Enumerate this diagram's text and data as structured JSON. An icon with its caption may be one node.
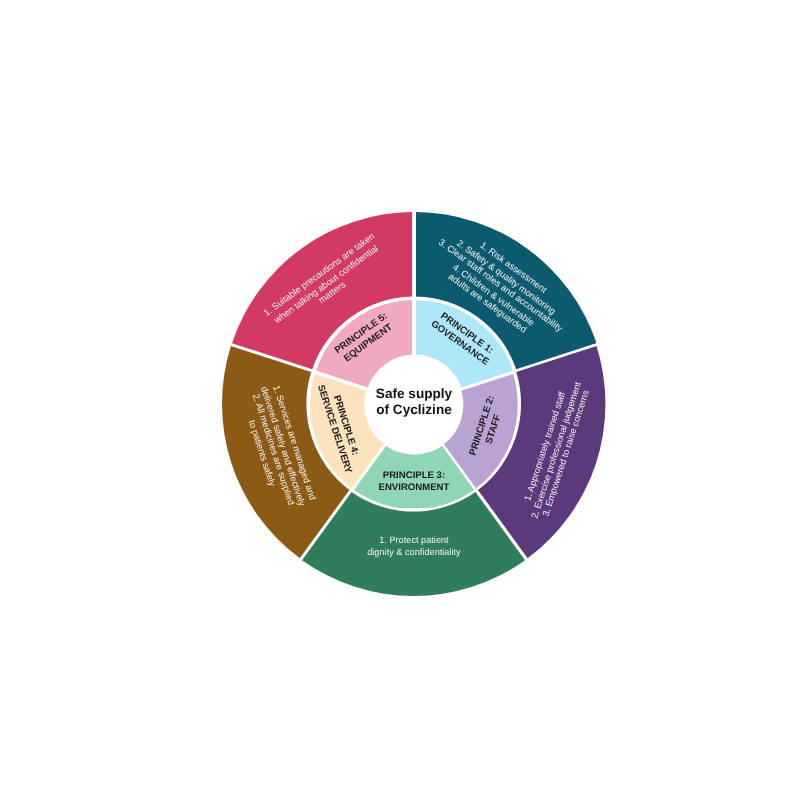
{
  "diagram": {
    "nodes": [
      {
        "text": [
          "Safe supply of Cyclizine"
        ]
      },
      {
        "text": [
          "PRINCIPLE 1: GOVERNANCE"
        ]
      },
      {
        "text": [
          "1. Risk assessment",
          "2. Safety & quality monitoring",
          "3. Clear staff roles and accountability",
          "4. Children & vulnerable adults are safeguarded"
        ]
      },
      {
        "text": [
          "PRINCIPLE 2: STAFF"
        ]
      },
      {
        "text": [
          "1. Appropriately trained staff",
          "2. Exercise professional judgement",
          "3. Empowered to raise concerns"
        ]
      },
      {
        "text": [
          "PRINCIPLE 3: ENVIRONMENT"
        ]
      },
      {
        "text": [
          "1. Protect patient dignity & confidentiality"
        ]
      },
      {
        "text": [
          "PRINCIPLE 4: SERVICE DELIVERY"
        ]
      },
      {
        "text": [
          "1. Services are managed and delivered safely and effectively",
          "2. All medicines are supplied to patients safely"
        ]
      },
      {
        "text": [
          "PRINCIPLE 5: EQUIPMENT"
        ]
      },
      {
        "text": [
          "1. Suitable precautions are taken when talking about confidential matters"
        ]
      }
    ]
  }
}
